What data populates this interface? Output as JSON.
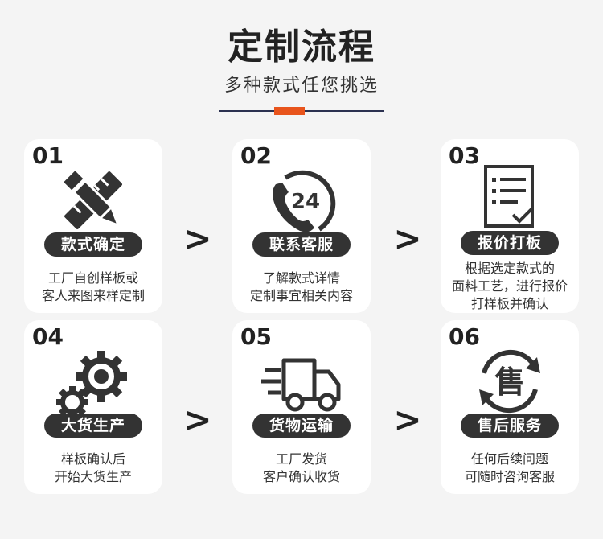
{
  "header": {
    "title": "定制流程",
    "subtitle": "多种款式任您挑选"
  },
  "arrow_glyph": ">",
  "colors": {
    "accent": "#e8541c",
    "dark": "#333333",
    "line": "#2b3150"
  },
  "steps": [
    {
      "num": "01",
      "icon": "pencil-ruler-icon",
      "label": "款式确定",
      "lines": [
        "工厂自创样板或",
        "客人来图来样定制"
      ]
    },
    {
      "num": "02",
      "icon": "phone-24-icon",
      "label": "联系客服",
      "badge": "24",
      "lines": [
        "了解款式详情",
        "定制事宜相关内容"
      ]
    },
    {
      "num": "03",
      "icon": "checklist-icon",
      "label": "报价打板",
      "lines": [
        "根据选定款式的",
        "面料工艺，进行报价",
        "打样板并确认"
      ]
    },
    {
      "num": "04",
      "icon": "gears-icon",
      "label": "大货生产",
      "lines": [
        "样板确认后",
        "开始大货生产"
      ]
    },
    {
      "num": "05",
      "icon": "delivery-truck-icon",
      "label": "货物运输",
      "lines": [
        "工厂发货",
        "客户确认收货"
      ]
    },
    {
      "num": "06",
      "icon": "after-sales-icon",
      "label": "售后服务",
      "badge": "售",
      "lines": [
        "任何后续问题",
        "可随时咨询客服"
      ]
    }
  ]
}
